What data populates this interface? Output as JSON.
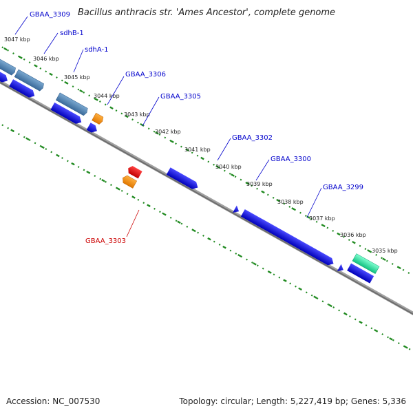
{
  "title": "Bacillus anthracis str. 'Ames Ancestor', complete genome",
  "footer": {
    "accession": "Accession: NC_007530",
    "summary": "Topology: circular; Length: 5,227,419 bp; Genes: 5,336"
  },
  "kbp_ticks": [
    "3047 kbp",
    "3046 kbp",
    "3045 kbp",
    "3044 kbp",
    "3043 kbp",
    "3042 kbp",
    "3041 kbp",
    "3040 kbp",
    "3039 kbp",
    "3038 kbp",
    "3037 kbp",
    "3036 kbp",
    "3035 kbp"
  ],
  "gene_labels": [
    {
      "name": "GBAA_3309",
      "color": "#0000cc"
    },
    {
      "name": "sdhB-1",
      "color": "#0000cc"
    },
    {
      "name": "sdhA-1",
      "color": "#0000cc"
    },
    {
      "name": "GBAA_3306",
      "color": "#0000cc"
    },
    {
      "name": "GBAA_3305",
      "color": "#0000cc"
    },
    {
      "name": "GBAA_3302",
      "color": "#0000cc"
    },
    {
      "name": "GBAA_3300",
      "color": "#0000cc"
    },
    {
      "name": "GBAA_3299",
      "color": "#0000cc"
    },
    {
      "name": "GBAA_3303",
      "color": "#cc0000"
    }
  ],
  "colors": {
    "backbone": "#808080",
    "cds": "#1010e0",
    "gene_steel": "#4a7fb0",
    "gene_orange": "#f08c10",
    "gene_red": "#e01010",
    "gene_green": "#30e0a0",
    "gc_dots": "#228b22"
  }
}
